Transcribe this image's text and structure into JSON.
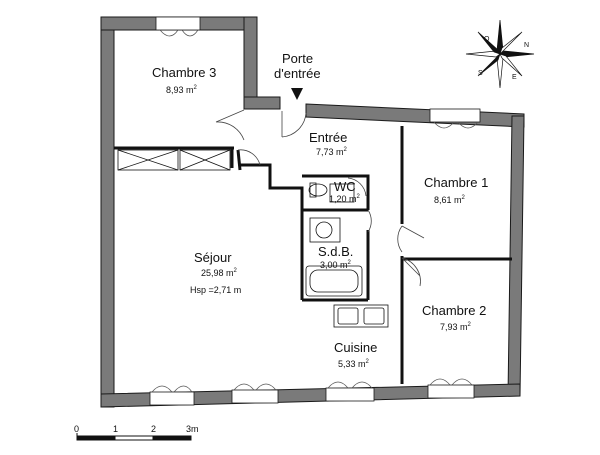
{
  "rooms": [
    {
      "name": "Chambre 3",
      "area": "8,93 m",
      "unit_sup": "2"
    },
    {
      "name": "Entrée",
      "area": "7,73 m",
      "unit_sup": "2"
    },
    {
      "name": "WC",
      "area": "1,20 m",
      "unit_sup": "2"
    },
    {
      "name": "Chambre 1",
      "area": "8,61 m",
      "unit_sup": "2"
    },
    {
      "name": "S.d.B.",
      "area": "3,00 m",
      "unit_sup": "2"
    },
    {
      "name": "Séjour",
      "area": "25,98 m",
      "unit_sup": "2",
      "extra": "Hsp =2,71 m"
    },
    {
      "name": "Chambre 2",
      "area": "7,93 m",
      "unit_sup": "2"
    },
    {
      "name": "Cuisine",
      "area": "5,33 m",
      "unit_sup": "2"
    }
  ],
  "entrance": {
    "line1": "Porte",
    "line2": "d'entrée"
  },
  "compass": {
    "n": "N",
    "s": "S",
    "e": "E",
    "o": "O"
  },
  "scale": {
    "ticks": [
      "0",
      "1",
      "2",
      "3m"
    ]
  },
  "colors": {
    "wall": "#7a7a7a",
    "wall_edge": "#1a1a1a",
    "line": "#111111"
  }
}
